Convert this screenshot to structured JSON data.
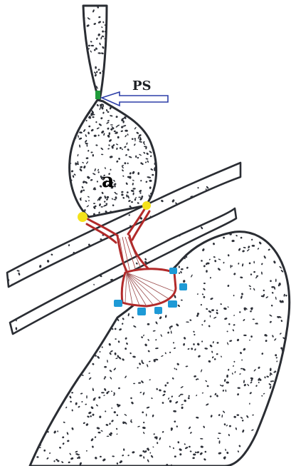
{
  "figure": {
    "label_ps": "PS",
    "label_a": "a"
  },
  "colors": {
    "outline": "#2a2d33",
    "stipple": "#2d3038",
    "stalk_red": "#b22a2a",
    "marker_green": "#1f9a3a",
    "marker_yellow": "#f4e21a",
    "marker_blue": "#1e9ad6",
    "arrow_blue": "#2d3fa8",
    "background": "#ffffff"
  },
  "markers": {
    "green_count": 1,
    "yellow_count": 2,
    "blue_count": 6
  }
}
